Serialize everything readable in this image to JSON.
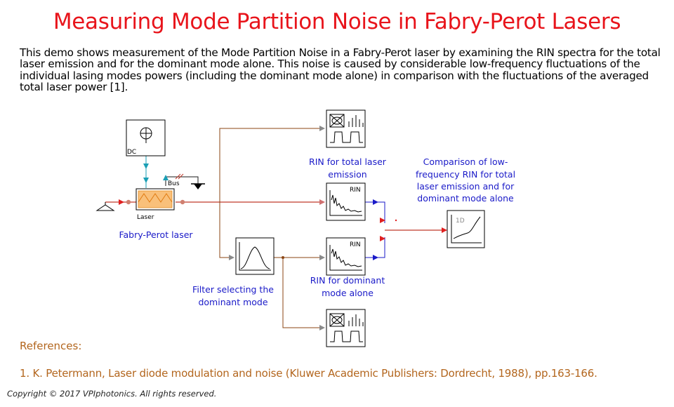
{
  "title": "Measuring Mode Partition Noise in Fabry-Perot Lasers",
  "intro": "This demo shows measurement of the Mode Partition Noise in a Fabry-Perot laser by examining the RIN spectra for the total laser emission and for the dominant mode alone. This noise is caused by considerable low-frequency fluctuations of the individual lasing modes powers (including the dominant mode alone) in comparison with the fluctuations of the averaged total laser power [1].",
  "diagram": {
    "dc_label": "DC",
    "laser_label": "Laser",
    "bus_label": "Bus",
    "rin_label": "RIN",
    "plot_label": "1D",
    "fabry_perot_label": "Fabry-Perot laser",
    "filter_label": [
      "Filter selecting the",
      "dominant mode"
    ],
    "rin_total_label": [
      "RIN for total laser",
      "emission"
    ],
    "rin_dominant_label": [
      "RIN for dominant",
      "mode alone"
    ],
    "comparison_label": [
      "Comparison of low-",
      "frequency RIN for total",
      "laser emission and for",
      "dominant mode alone"
    ]
  },
  "references_heading": "References:",
  "reference_1": "1. K. Petermann, Laser diode modulation and noise (Kluwer Academic Publishers: Dordrecht, 1988), pp.163-166.",
  "copyright": "Copyright © 2017 VPIphotonics. All rights reserved.",
  "colors": {
    "title": "#e8141b",
    "labels": "#1a1ac8",
    "references": "#b3661e",
    "wires": "#a0522d"
  }
}
